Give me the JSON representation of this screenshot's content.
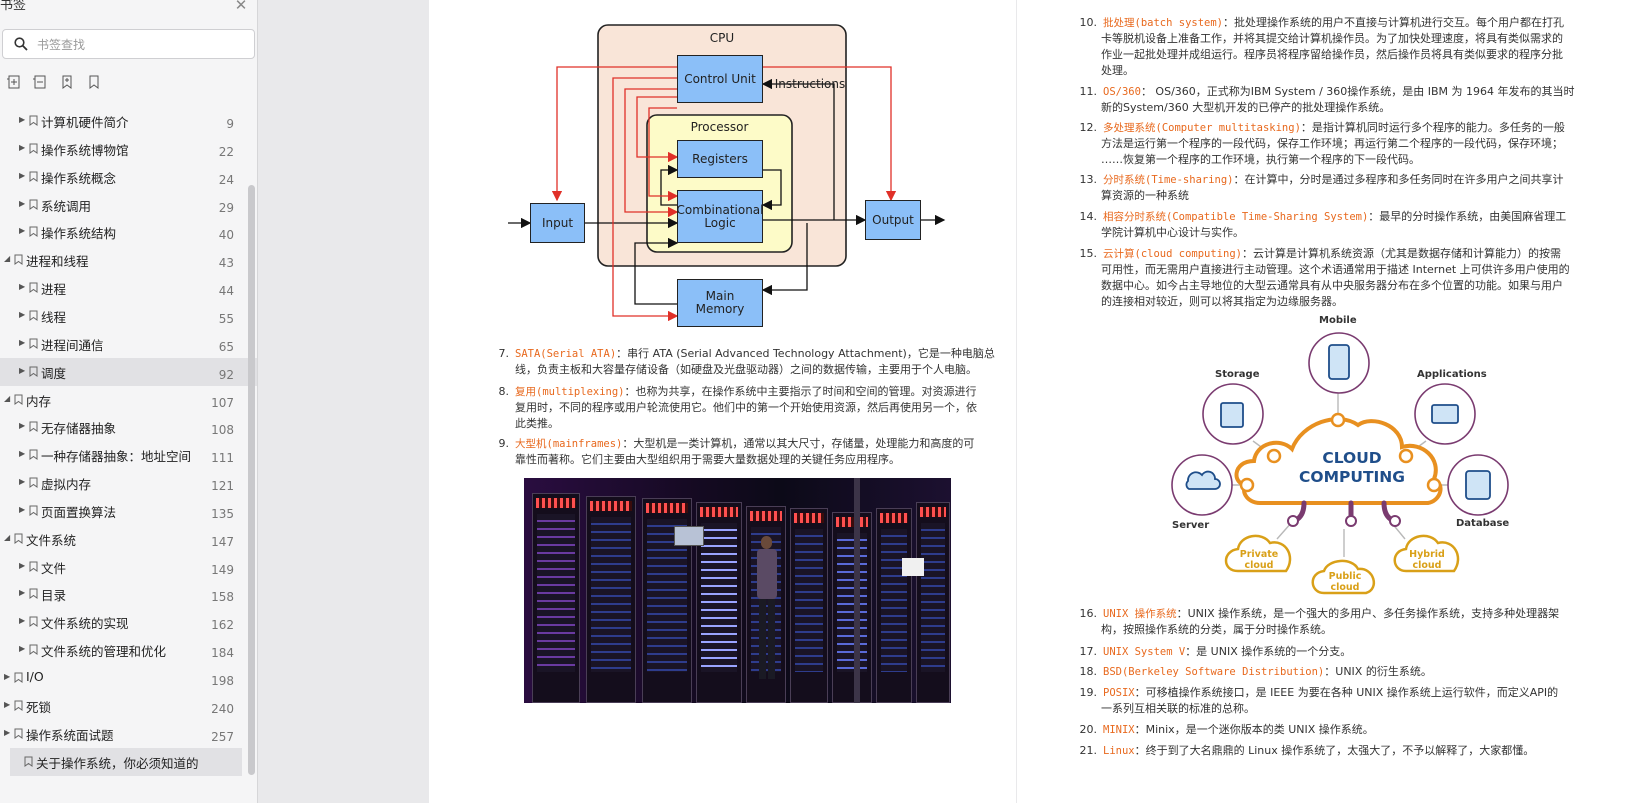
{
  "sidebar": {
    "title": "书签",
    "search_placeholder": "书签查找",
    "items": [
      {
        "label": "计算机硬件简介",
        "page": "9",
        "level": 2
      },
      {
        "label": "操作系统博物馆",
        "page": "22",
        "level": 2
      },
      {
        "label": "操作系统概念",
        "page": "24",
        "level": 2
      },
      {
        "label": "系统调用",
        "page": "29",
        "level": 2
      },
      {
        "label": "操作系统结构",
        "page": "40",
        "level": 2
      },
      {
        "label": "进程和线程",
        "page": "43",
        "level": 1,
        "expanded": true
      },
      {
        "label": "进程",
        "page": "44",
        "level": 2
      },
      {
        "label": "线程",
        "page": "55",
        "level": 2
      },
      {
        "label": "进程间通信",
        "page": "65",
        "level": 2
      },
      {
        "label": "调度",
        "page": "92",
        "level": 2,
        "selected": true
      },
      {
        "label": "内存",
        "page": "107",
        "level": 1,
        "expanded": true
      },
      {
        "label": "无存储器抽象",
        "page": "108",
        "level": 2
      },
      {
        "label": "一种存储器抽象：地址空间",
        "page": "111",
        "level": 2
      },
      {
        "label": "虚拟内存",
        "page": "121",
        "level": 2
      },
      {
        "label": "页面置换算法",
        "page": "135",
        "level": 2
      },
      {
        "label": "文件系统",
        "page": "147",
        "level": 1,
        "expanded": true
      },
      {
        "label": "文件",
        "page": "149",
        "level": 2
      },
      {
        "label": "目录",
        "page": "158",
        "level": 2
      },
      {
        "label": "文件系统的实现",
        "page": "162",
        "level": 2
      },
      {
        "label": "文件系统的管理和优化",
        "page": "184",
        "level": 2
      },
      {
        "label": "I/O",
        "page": "198",
        "level": 1
      },
      {
        "label": "死锁",
        "page": "240",
        "level": 1
      },
      {
        "label": "操作系统面试题",
        "page": "257",
        "level": 1
      },
      {
        "label": "关于操作系统，你必须知道的",
        "page": "",
        "level": 1,
        "selected": true
      }
    ]
  },
  "diagram": {
    "cpu": "CPU",
    "control_unit": "Control Unit",
    "instructions": "Instructions",
    "processor": "Processor",
    "registers": "Registers",
    "combinational_logic": "Combinational Logic",
    "input": "Input",
    "output": "Output",
    "main_memory": "Main Memory"
  },
  "page1_items": [
    {
      "num": "7.",
      "term": "SATA(Serial ATA)",
      "text": "：串行 ATA (Serial Advanced Technology Attachment)，它是一种电脑总",
      "cont": "线，负责主板和大容量存储设备（如硬盘及光盘驱动器）之间的数据传输，主要用于个人电脑。"
    },
    {
      "num": "8.",
      "term": "复用(multiplexing)",
      "text": "：也称为共享，在操作系统中主要指示了时间和空间的管理。对资源进行",
      "cont": "复用时，不同的程序或用户轮流使用它。他们中的第一个开始使用资源，然后再使用另一个，依",
      "cont2": "此类推。"
    },
    {
      "num": "9.",
      "term": "大型机(mainframes)",
      "text": "：大型机是一类计算机，通常以其大尺寸，存储量，处理能力和高度的可",
      "cont": "靠性而著称。它们主要由大型组织用于需要大量数据处理的关键任务应用程序。"
    }
  ],
  "page2_items": [
    {
      "num": "10.",
      "term": "批处理(batch system)",
      "text": "：批处理操作系统的用户不直接与计算机进行交互。每个用户都在打孔",
      "cont": "卡等脱机设备上准备工作，并将其提交给计算机操作员。为了加快处理速度，将具有类似需求的",
      "cont2": "作业一起批处理并成组运行。程序员将程序留给操作员，然后操作员将具有类似要求的程序分批",
      "cont3": "处理。"
    },
    {
      "num": "11.",
      "term": "OS/360",
      "text": "： OS/360，正式称为IBM System / 360操作系统，是由 IBM 为 1964 年发布的其当时",
      "cont": "新的System/360 大型机开发的已停产的批处理操作系统。"
    },
    {
      "num": "12.",
      "term": "多处理系统(Computer multitasking)",
      "text": "：是指计算机同时运行多个程序的能力。多任务的一般",
      "cont": "方法是运行第一个程序的一段代码，保存工作环境；再运行第二个程序的一段代码，保存环境；",
      "cont2": "……恢复第一个程序的工作环境，执行第一个程序的下一段代码。"
    },
    {
      "num": "13.",
      "term": "分时系统(Time-sharing)",
      "text": "：在计算中，分时是通过多程序和多任务同时在许多用户之间共享计",
      "cont": "算资源的一种系统"
    },
    {
      "num": "14.",
      "term": "相容分时系统(Compatible Time-Sharing System)",
      "text": "：最早的分时操作系统，由美国麻省理工",
      "cont": "学院计算机中心设计与实作。"
    },
    {
      "num": "15.",
      "term": "云计算(cloud computing)",
      "text": "：云计算是计算机系统资源（尤其是数据存储和计算能力）的按需",
      "cont": "可用性，而无需用户直接进行主动管理。这个术语通常用于描述 Internet 上可供许多用户使用的",
      "cont2": "数据中心。如今占主导地位的大型云通常具有从中央服务器分布在多个位置的功能。如果与用户",
      "cont3": "的连接相对较近，则可以将其指定为边缘服务器。"
    },
    {
      "num": "16.",
      "term": "UNIX 操作系统",
      "text": "：UNIX 操作系统，是一个强大的多用户、多任务操作系统，支持多种处理器架",
      "cont": "构，按照操作系统的分类，属于分时操作系统。"
    },
    {
      "num": "17.",
      "term": "UNIX System V",
      "text": "：是 UNIX 操作系统的一个分支。"
    },
    {
      "num": "18.",
      "term": "BSD(Berkeley Software Distribution)",
      "text": "：UNIX 的衍生系统。"
    },
    {
      "num": "19.",
      "term": "POSIX",
      "text": "：可移植操作系统接口，是 IEEE 为要在各种 UNIX 操作系统上运行软件，而定义API的",
      "cont": "一系列互相关联的标准的总称。"
    },
    {
      "num": "20.",
      "term": "MINIX",
      "text": "：Minix，是一个迷你版本的类 UNIX 操作系统。"
    },
    {
      "num": "21.",
      "term": "Linux",
      "text": "：终于到了大名鼎鼎的 Linux 操作系统了，太强大了，不予以解释了，大家都懂。"
    }
  ],
  "cloud": {
    "title1": "CLOUD",
    "title2": "COMPUTING",
    "mobile": "Mobile",
    "storage": "Storage",
    "applications": "Applications",
    "server": "Server",
    "database": "Database",
    "private": "Private cloud",
    "public": "Public cloud",
    "hybrid": "Hybrid cloud"
  },
  "colors": {
    "term": "#e8691e",
    "cloud_orange": "#e89020",
    "cloud_purple": "#7a3b70",
    "cloud_blue": "#1f4e8a",
    "diagram_blue": "#8bbff8"
  }
}
